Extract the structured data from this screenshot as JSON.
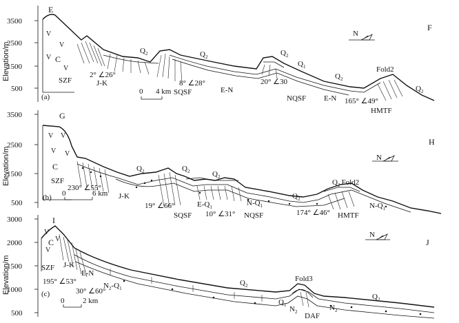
{
  "panel_a": {
    "label": "(a)",
    "start_label": "E",
    "end_label": "F",
    "y_axis_title": "Elevation/m",
    "y_ticks": [
      "3500",
      "2500",
      "1500",
      "500"
    ],
    "scale_zero": "0",
    "scale_text": "4 km",
    "north": "N",
    "rock": "C",
    "labels": {
      "szf": "SZF",
      "jk": "J-K",
      "att1": "2° ∠26°",
      "q2a": "Q",
      "q2b": "Q",
      "q2c": "Q",
      "q2d": "Q",
      "q2e": "Q",
      "q1": "Q",
      "att2": "8° ∠28°",
      "sqsf": "SQSF",
      "en1": "E-N",
      "att3": "20° ∠30",
      "nqsf": "NQSF",
      "en2": "E-N",
      "att4": "165° ∠49°",
      "fold": "Fold2",
      "hmtf": "HMTF"
    }
  },
  "panel_b": {
    "label": "(b)",
    "start_label": "G",
    "end_label": "H",
    "y_axis_title": "Elevation/m",
    "y_ticks": [
      "3500",
      "2500",
      "1500",
      "500"
    ],
    "scale_zero": "0",
    "scale_text": "6 km",
    "north": "N",
    "rock": "C",
    "labels": {
      "szf": "SZF",
      "att1": "230° ∠55°",
      "jk": "J-K",
      "q2a": "Q",
      "q2b": "Q",
      "q2c": "Q",
      "q2d": "Q",
      "q2e": "Q",
      "att2": "19° ∠66°",
      "sqsf": "SQSF",
      "eq1": "E-Q",
      "att3": "10° ∠31°",
      "nq1": "N-Q",
      "nqsf": "NQSF",
      "att4": "174° ∠46°",
      "fold": "Fold2",
      "hmtf": "HMTF",
      "nq1b": "N-Q"
    }
  },
  "panel_c": {
    "label": "(c)",
    "start_label": "I",
    "end_label": "J",
    "y_axis_title": "Elevation/m",
    "y_ticks": [
      "3000",
      "2000",
      "1500",
      "1000",
      "500"
    ],
    "scale_zero": "0",
    "scale_text": "2 km",
    "north": "N",
    "rock": "C",
    "labels": {
      "szf": "SZF",
      "jk": "J-K",
      "att1": "195° ∠53°",
      "en": "E-N",
      "att2": "30° ∠60°",
      "n2q1": "N",
      "q2a": "Q",
      "q2b": "Q",
      "fold": "Fold3",
      "q1": "Q",
      "n2a": "N",
      "n2b": "N",
      "daf": "DAF"
    }
  }
}
